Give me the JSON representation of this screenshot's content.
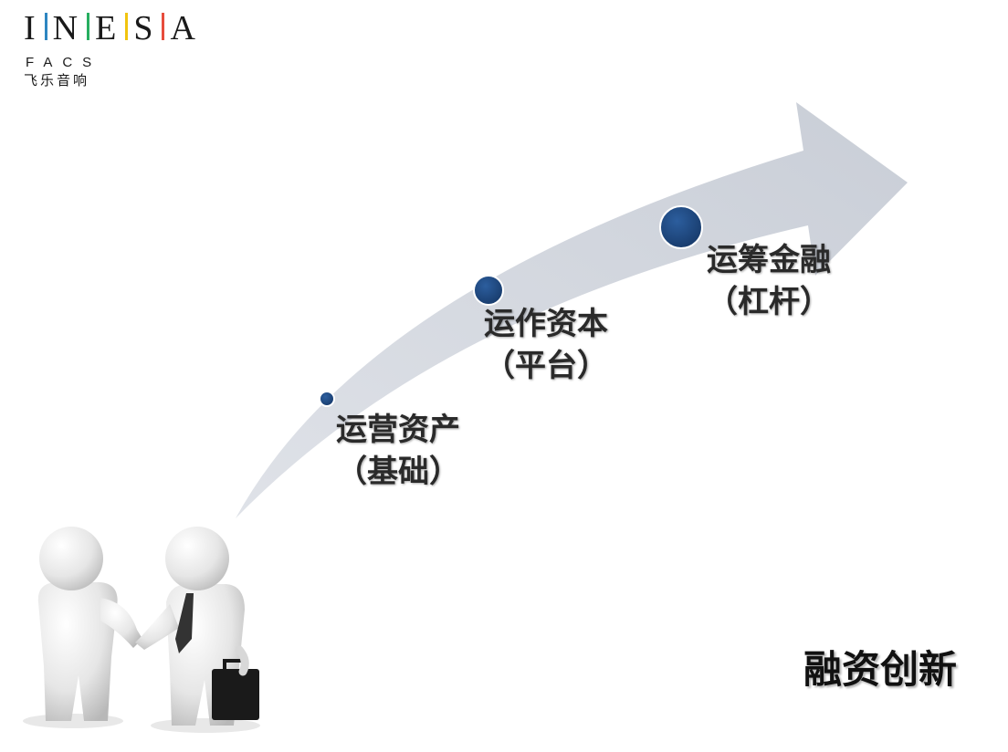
{
  "logo": {
    "letters": [
      "I",
      "N",
      "E",
      "S",
      "A"
    ],
    "sub": "FACS",
    "cn": "飞乐音响",
    "bar_colors": [
      "#2e86c1",
      "#27ae60",
      "#f1c40f",
      "#e74c3c"
    ]
  },
  "stages": [
    {
      "line1": "运营资产",
      "line2": "（基础）"
    },
    {
      "line1": "运作资本",
      "line2": "（平台）"
    },
    {
      "line1": "运筹金融",
      "line2": "（杠杆）"
    }
  ],
  "title": "融资创新",
  "colors": {
    "arrow": "#cfd4dc",
    "dot": "#1f4a82"
  }
}
